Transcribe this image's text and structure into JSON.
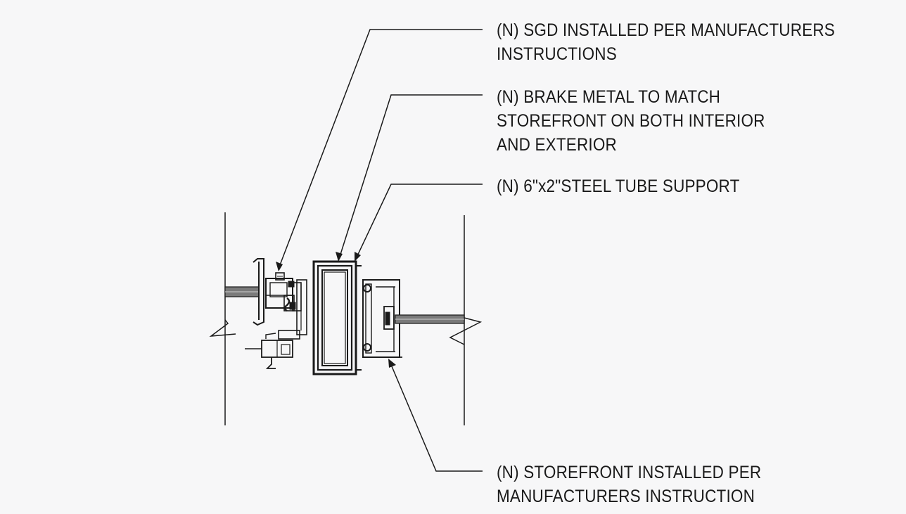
{
  "notes": {
    "sgd": {
      "line1": "(N) SGD INSTALLED PER MANUFACTURERS",
      "line2": "INSTRUCTIONS"
    },
    "brake_metal": {
      "line1": "(N) BRAKE METAL TO MATCH",
      "line2": "STOREFRONT ON BOTH INTERIOR",
      "line3": "AND EXTERIOR"
    },
    "steel_tube": {
      "line1": "(N) 6\"x2\"STEEL TUBE SUPPORT"
    },
    "storefront": {
      "line1": "(N) STOREFRONT INSTALLED PER",
      "line2": "MANUFACTURERS INSTRUCTION"
    }
  },
  "colors": {
    "background": "#f7f7f8",
    "linework": "#1a1a1a"
  }
}
